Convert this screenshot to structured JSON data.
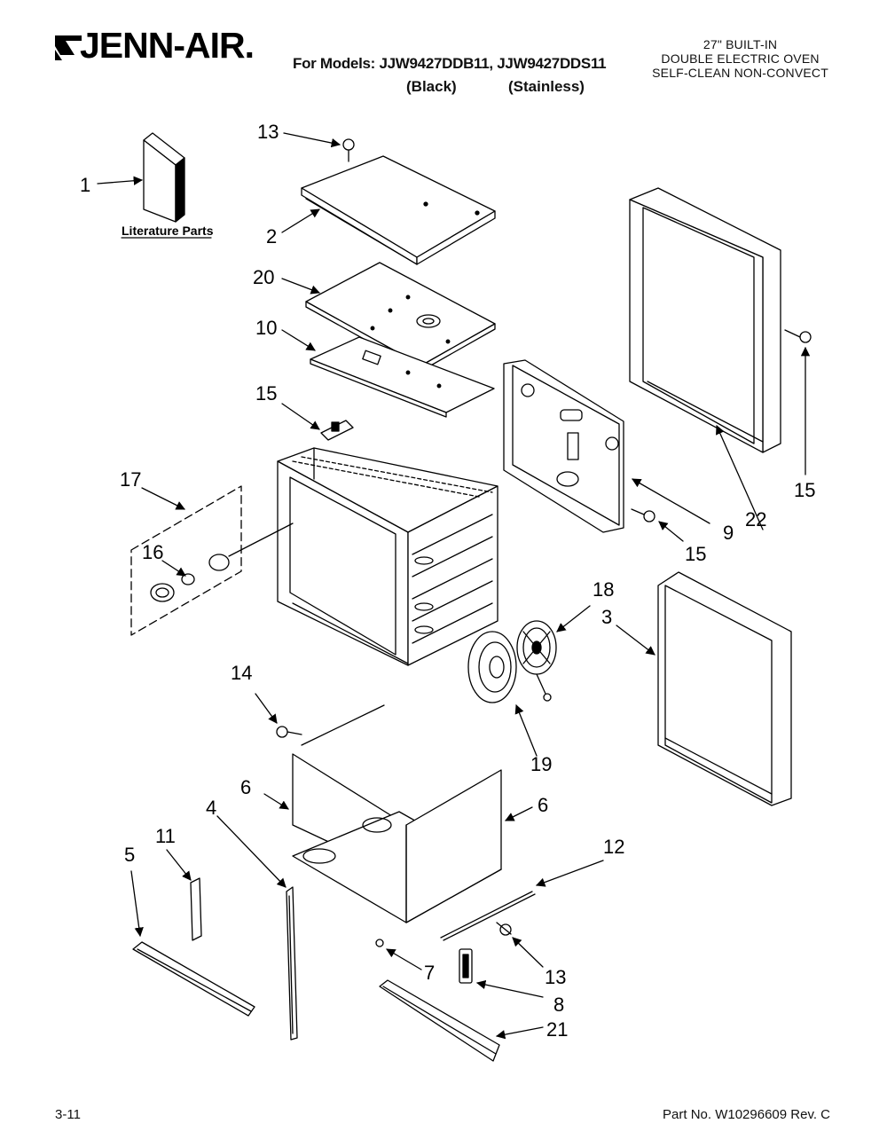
{
  "header": {
    "brand": "JENN-AIR.",
    "models_line": "For Models: JJW9427DDB11, JJW9427DDS11",
    "finish_black": "(Black)",
    "finish_stainless": "(Stainless)",
    "description": [
      "27\" BUILT-IN",
      "DOUBLE ELECTRIC OVEN",
      "SELF-CLEAN NON-CONVECT"
    ]
  },
  "literature_label": "Literature Parts",
  "callouts": {
    "c1": "1",
    "c2": "2",
    "c3": "3",
    "c4": "4",
    "c5": "5",
    "c6a": "6",
    "c6b": "6",
    "c7": "7",
    "c8": "8",
    "c9": "9",
    "c10": "10",
    "c11": "11",
    "c12": "12",
    "c13a": "13",
    "c13b": "13",
    "c14": "14",
    "c15a": "15",
    "c15b": "15",
    "c15c": "15",
    "c16": "16",
    "c17": "17",
    "c18": "18",
    "c19": "19",
    "c20": "20",
    "c21": "21",
    "c22": "22"
  },
  "footer": {
    "page": "3-11",
    "part_number": "Part No. W10296609 Rev. C"
  }
}
